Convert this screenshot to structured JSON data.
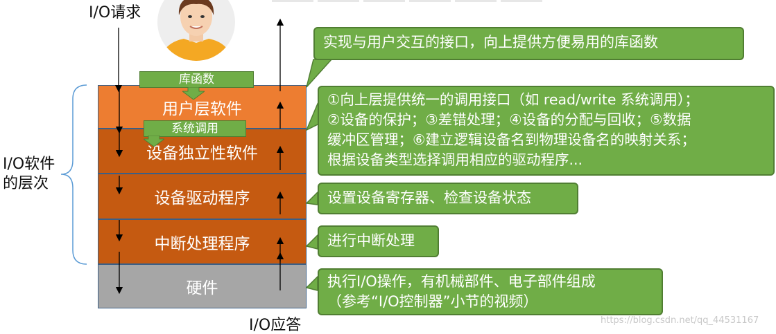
{
  "labels": {
    "io_request": "I/O请求",
    "io_response": "I/O应答",
    "io_software_levels": [
      "I/O软件",
      "的层次"
    ]
  },
  "layers": [
    {
      "name": "用户层软件",
      "color": "#ed7d31"
    },
    {
      "name": "设备独立性软件",
      "color": "#c55a11"
    },
    {
      "name": "设备驱动程序",
      "color": "#c55a11"
    },
    {
      "name": "中断处理程序",
      "color": "#c55a11"
    },
    {
      "name": "硬件",
      "color": "#a6a6a6"
    }
  ],
  "tags": {
    "library": "库函数",
    "syscall": "系统调用"
  },
  "callouts": {
    "user": [
      "实现与用户交互的接口，向上提供方便易用的库函数"
    ],
    "independent": [
      "①向上层提供统一的调用接口（如 read/write 系统调用）；",
      "②设备的保护；③差错处理；④设备的分配与回收；⑤数据",
      "缓冲区管理；⑥建立逻辑设备名到物理设备名的映射关系；",
      "根据设备类型选择调用相应的驱动程序..."
    ],
    "driver": [
      "设置设备寄存器、检查设备状态"
    ],
    "interrupt": [
      "进行中断处理"
    ],
    "hardware": [
      "执行I/O操作，有机械部件、电子部件组成",
      "（参考“I/O控制器”小节的视频）"
    ]
  },
  "watermark": "https://blog.csdn.net/qq_44531167",
  "colors": {
    "callout_green": "#70ad47",
    "callout_border": "#507e32",
    "user_layer": "#ed7d31",
    "os_layer": "#c55a11",
    "hardware_layer": "#a6a6a6"
  }
}
